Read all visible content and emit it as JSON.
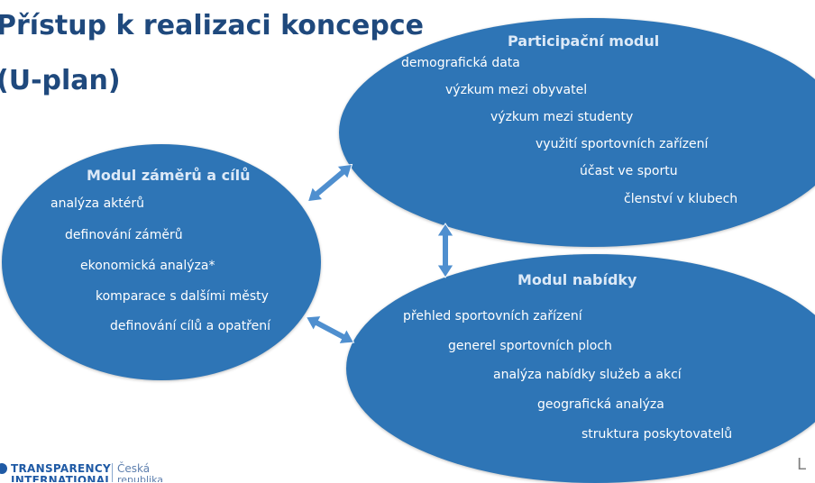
{
  "title": {
    "line1": "Přístup k realizaci koncepce",
    "line2": "(U-plan)"
  },
  "modules": {
    "participacni": {
      "title": "Participační modul",
      "items": [
        "demografická data",
        "výzkum mezi obyvatel",
        "výzkum mezi studenty",
        "využití sportovních zařízení",
        "účast ve sportu",
        "členství v klubech"
      ]
    },
    "zameru": {
      "title": "Modul záměrů a cílů",
      "items": [
        "analýza aktérů",
        "definování záměrů",
        "ekonomická analýza*",
        "komparace s dalšími městy",
        "definování cílů a opatření"
      ]
    },
    "nabidky": {
      "title": "Modul nabídky",
      "items": [
        "přehled sportovních zařízení",
        "generel sportovních ploch",
        "analýza nabídky služeb a akcí",
        "geografická analýza",
        "struktura poskytovatelů"
      ]
    }
  },
  "footer": {
    "logo_line1": "TRANSPARENCY",
    "logo_line2": "INTERNATIONAL",
    "logo_country1": "Česká",
    "logo_country2": "republika",
    "corner_text": "L"
  },
  "colors": {
    "ellipse_fill": "#2e75b6",
    "arrow": "#4f8fcf",
    "title": "#1f497d"
  }
}
